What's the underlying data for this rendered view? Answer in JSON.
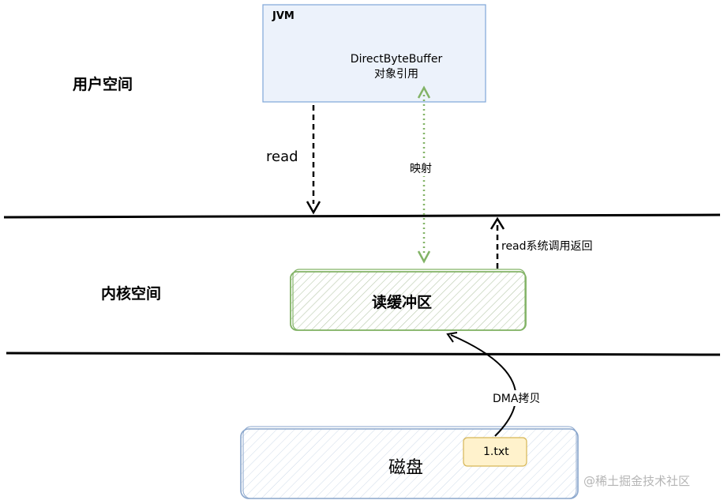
{
  "zones": {
    "user_space": "用户空间",
    "kernel_space": "内核空间"
  },
  "jvm": {
    "title": "JVM",
    "line1": "DirectByteBuffer",
    "line2": "对象引用"
  },
  "arrows": {
    "read": "read",
    "mapping": "映射",
    "read_return": "read系统调用返回",
    "dma_copy": "DMA拷贝"
  },
  "buffer": {
    "label": "读缓冲区"
  },
  "disk": {
    "label": "磁盘",
    "file": "1.txt"
  },
  "watermark": "@稀土掘金技术社区",
  "colors": {
    "jvm_fill": "#ecf2fb",
    "jvm_border": "#7ea6d8",
    "buffer_border": "#82b366",
    "mapping_arrow": "#82b366",
    "disk_border": "#6c8ebf",
    "file_fill": "#fff2cc",
    "file_border": "#d6b656"
  }
}
